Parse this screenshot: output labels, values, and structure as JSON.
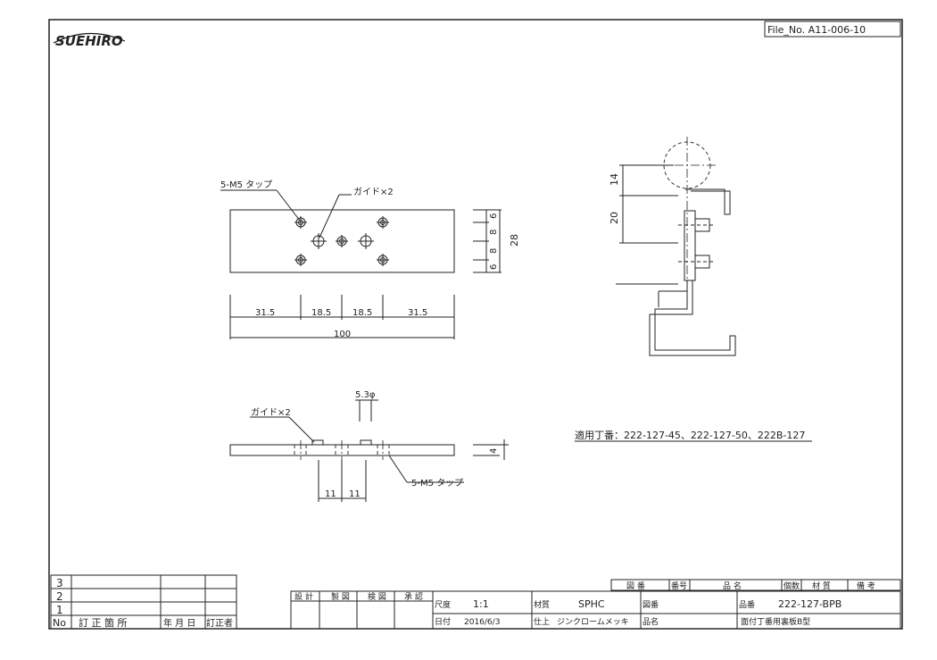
{
  "logo": {
    "text": "SUEHIRO"
  },
  "file_no": "File_No. A11-006-10",
  "plan_view": {
    "tap_label": "5-M5 タップ",
    "guide_label": "ガイド×2",
    "h_dims": [
      "31.5",
      "18.5",
      "18.5",
      "31.5"
    ],
    "total_width": "100",
    "v_dims": [
      "6",
      "8",
      "8",
      "6"
    ],
    "total_height": "28"
  },
  "side_view": {
    "hole_dia": "5.3φ",
    "guide_label": "ガイド×2",
    "tap_label": "5-M5 タップ",
    "pitch_dims": [
      "11",
      "11"
    ],
    "thickness": "4"
  },
  "section_view": {
    "dims": [
      "14",
      "20"
    ]
  },
  "applicable_note": "適用丁番：222-127-45、222-127-50、222B-127",
  "revision_table": {
    "rows": [
      "3",
      "2",
      "1"
    ],
    "headers": [
      "No",
      "訂 正 箇 所",
      "年 月 日",
      "訂正者"
    ]
  },
  "title_block": {
    "top_headers": [
      "図 番",
      "番号",
      "品 名",
      "個数",
      "材 質",
      "備 考"
    ],
    "approval_headers": [
      "設 計",
      "製 図",
      "検 図",
      "承 認"
    ],
    "scale_label": "尺度",
    "scale": "1:1",
    "date_label": "日付",
    "date": "2016/6/3",
    "material_label": "材質",
    "material": "SPHC",
    "finish_label": "仕上",
    "finish": "ジンクロームメッキ",
    "drawing_no_label": "図番",
    "name_label": "品名",
    "part_no_label": "品番",
    "part_no": "222-127-BPB",
    "part_name": "面付丁番用裏板B型"
  }
}
